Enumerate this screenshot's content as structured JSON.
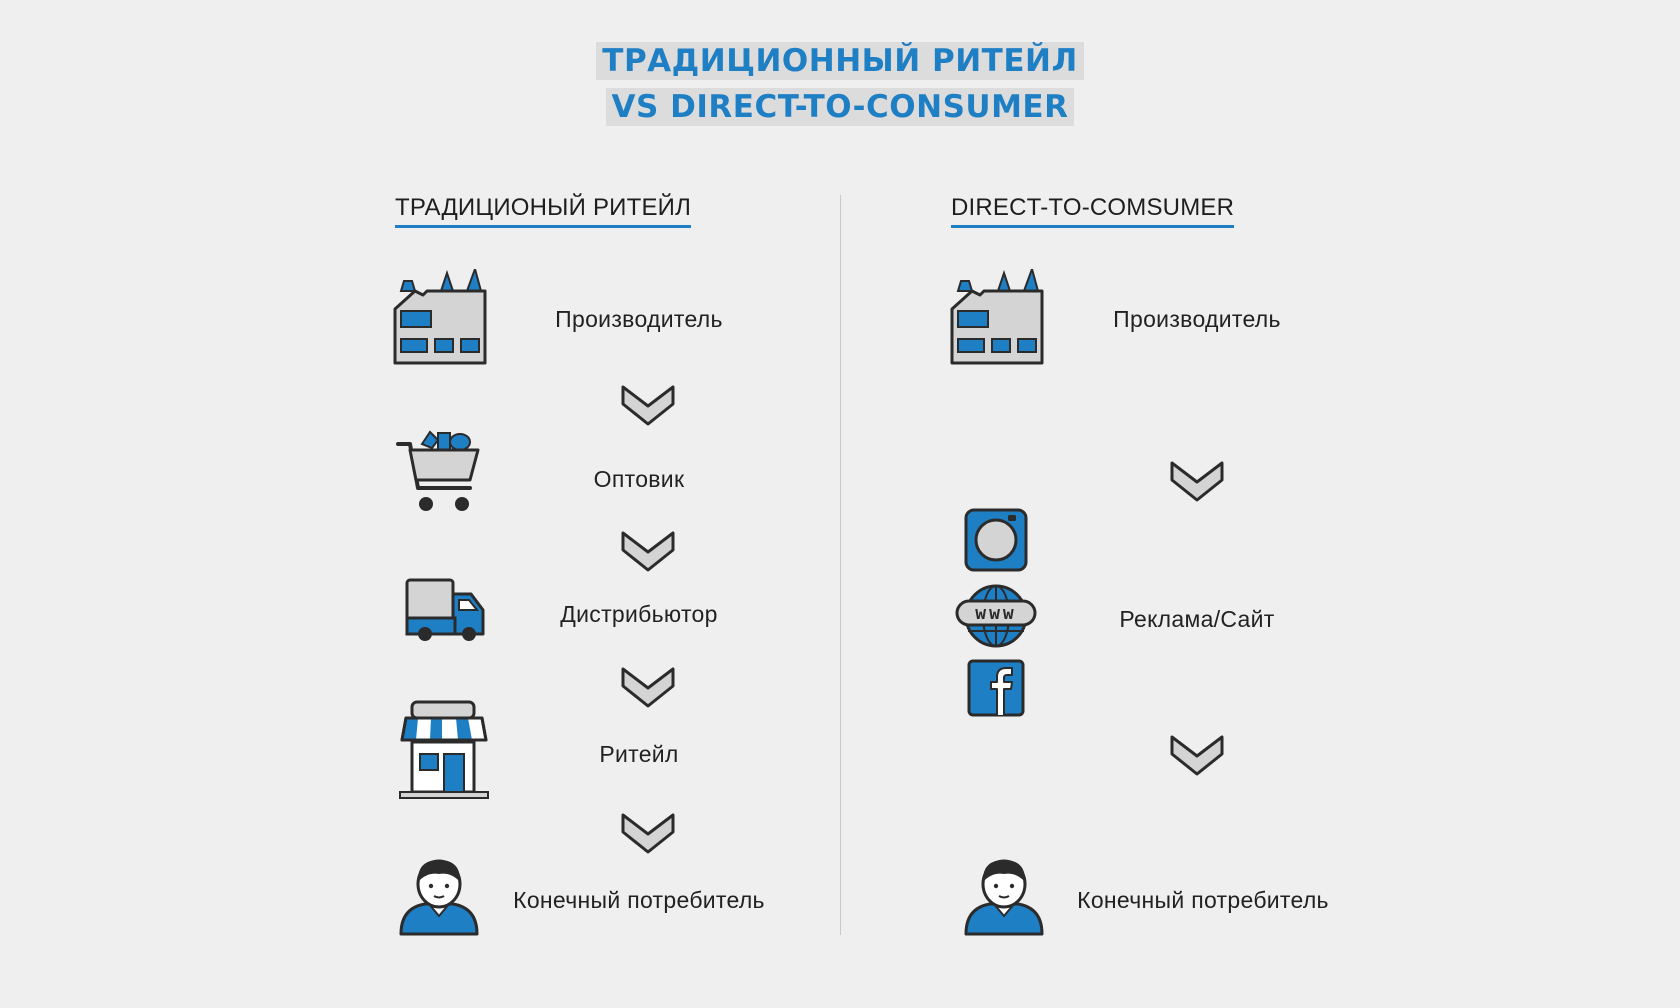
{
  "title": {
    "line1": "ТРАДИЦИОННЫЙ РИТЕЙЛ",
    "line2": "VS DIRECT-TO-CONSUMER"
  },
  "left": {
    "heading": "ТРАДИЦИОНЫЙ РИТЕЙЛ",
    "steps": [
      {
        "label": "Производитель",
        "icon": "factory-icon"
      },
      {
        "label": "Оптовик",
        "icon": "shopping-cart-icon"
      },
      {
        "label": "Дистрибьютор",
        "icon": "truck-icon"
      },
      {
        "label": "Ритейл",
        "icon": "store-icon"
      },
      {
        "label": "Конечный потребитель",
        "icon": "person-icon"
      }
    ]
  },
  "right": {
    "heading": "DIRECT-TO-COMSUMER",
    "steps": [
      {
        "label": "Производитель",
        "icon": "factory-icon"
      },
      {
        "label": "Реклама/Сайт",
        "icons": [
          "instagram-icon",
          "www-globe-icon",
          "facebook-icon"
        ]
      },
      {
        "label": "Конечный потребитель",
        "icon": "person-icon"
      }
    ]
  },
  "colors": {
    "accent": "#1f7fc4",
    "icon_gray": "#d4d4d4",
    "outline": "#2b2b2b",
    "background": "#efefef"
  }
}
